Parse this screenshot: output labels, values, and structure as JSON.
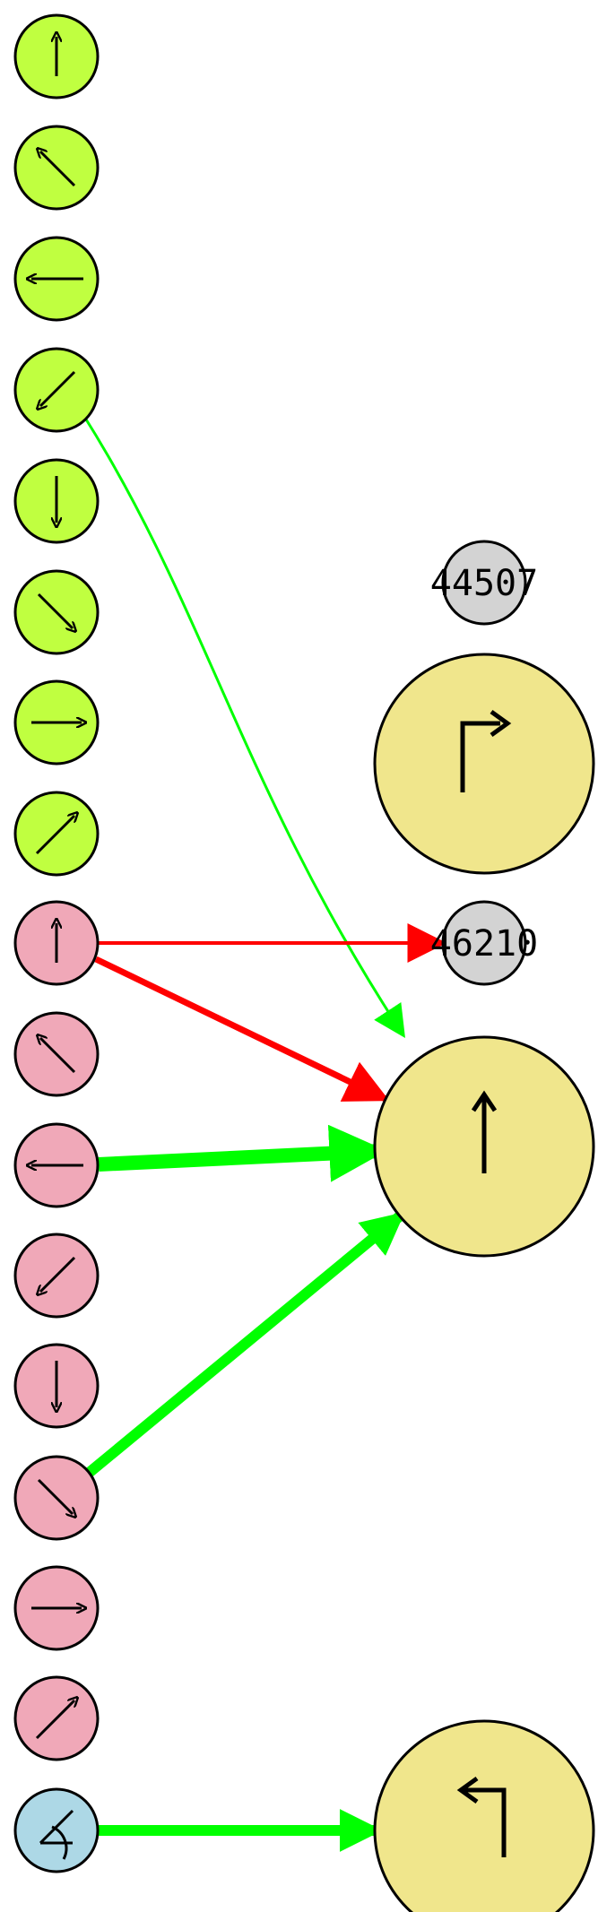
{
  "diagram": {
    "colors": {
      "green_node": "#c0ff40",
      "pink_node": "#f0a8b8",
      "blue_node": "#add8e6",
      "yellow_node": "#f0e68c",
      "gray_node": "#d3d3d3",
      "green_edge": "#00ff00",
      "red_edge": "#ff0000"
    },
    "left_nodes": [
      {
        "id": "g-up",
        "group": "green",
        "icon": "arrow-up-icon"
      },
      {
        "id": "g-upleft",
        "group": "green",
        "icon": "arrow-up-left-icon"
      },
      {
        "id": "g-left",
        "group": "green",
        "icon": "arrow-left-icon"
      },
      {
        "id": "g-downleft",
        "group": "green",
        "icon": "arrow-down-left-icon"
      },
      {
        "id": "g-down",
        "group": "green",
        "icon": "arrow-down-icon"
      },
      {
        "id": "g-downright",
        "group": "green",
        "icon": "arrow-down-right-icon"
      },
      {
        "id": "g-right",
        "group": "green",
        "icon": "arrow-right-icon"
      },
      {
        "id": "g-upright",
        "group": "green",
        "icon": "arrow-up-right-icon"
      },
      {
        "id": "p-up",
        "group": "pink",
        "icon": "arrow-up-icon"
      },
      {
        "id": "p-upleft",
        "group": "pink",
        "icon": "arrow-up-left-icon"
      },
      {
        "id": "p-left",
        "group": "pink",
        "icon": "arrow-left-icon"
      },
      {
        "id": "p-downleft",
        "group": "pink",
        "icon": "arrow-down-left-icon"
      },
      {
        "id": "p-down",
        "group": "pink",
        "icon": "arrow-down-icon"
      },
      {
        "id": "p-downright",
        "group": "pink",
        "icon": "arrow-down-right-icon"
      },
      {
        "id": "p-right",
        "group": "pink",
        "icon": "arrow-right-icon"
      },
      {
        "id": "p-upright",
        "group": "pink",
        "icon": "arrow-up-right-icon"
      },
      {
        "id": "b-roundabout",
        "group": "blue",
        "icon": "roundabout-icon"
      }
    ],
    "right_nodes": [
      {
        "id": "n44507",
        "kind": "label",
        "label": "44507"
      },
      {
        "id": "y-turn-right",
        "kind": "big",
        "icon": "turn-right-icon"
      },
      {
        "id": "n46210",
        "kind": "label",
        "label": "46210"
      },
      {
        "id": "y-straight",
        "kind": "big",
        "icon": "straight-up-icon"
      },
      {
        "id": "y-turn-left",
        "kind": "big",
        "icon": "turn-left-icon"
      }
    ],
    "edges": [
      {
        "from": "g-downleft",
        "to": "y-straight",
        "color": "green",
        "weight": "thin"
      },
      {
        "from": "p-up",
        "to": "n46210",
        "color": "red",
        "weight": "medium"
      },
      {
        "from": "p-up",
        "to": "y-straight",
        "color": "red",
        "weight": "thick"
      },
      {
        "from": "p-left",
        "to": "y-straight",
        "color": "green",
        "weight": "heavy"
      },
      {
        "from": "p-downright",
        "to": "y-straight",
        "color": "green",
        "weight": "heavy"
      },
      {
        "from": "b-roundabout",
        "to": "y-turn-left",
        "color": "green",
        "weight": "heavy"
      }
    ]
  }
}
